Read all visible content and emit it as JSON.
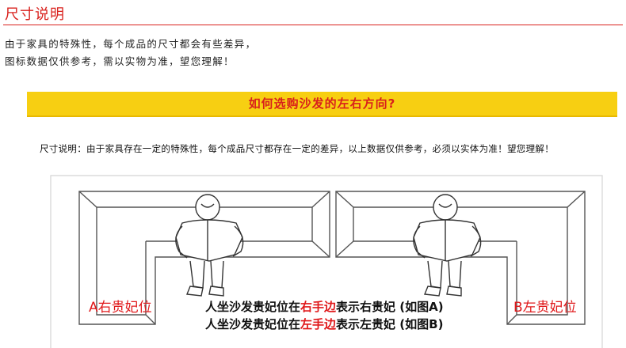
{
  "header": {
    "title": "尺寸说明",
    "note_line1": "由于家具的特殊性，每个成品的尺寸都会有些差异，",
    "note_line2": "图标数据仅供参考，需以实物为准，望您理解！"
  },
  "banner": {
    "title": "如何选购沙发的左右方向?"
  },
  "description": "尺寸说明：由于家具存在一定的特殊性，每个成品尺寸都存在一定的差异，以上数据仅供参考，必须以实体为准！望您理解！",
  "diagram": {
    "left_label": "A右贵妃位",
    "right_label": "B左贵妃位",
    "caption1": {
      "prefix": "人坐沙发贵妃位在",
      "highlight": "右手边",
      "suffix": "表示右贵妃",
      "tag": "(如图A)"
    },
    "caption2": {
      "prefix": "人坐沙发贵妃位在",
      "highlight": "左手边",
      "suffix": "表示左贵妃",
      "tag": "(如图B)"
    }
  },
  "colors": {
    "accent_red": "#d9201c",
    "banner_yellow": "#f7cf12"
  }
}
